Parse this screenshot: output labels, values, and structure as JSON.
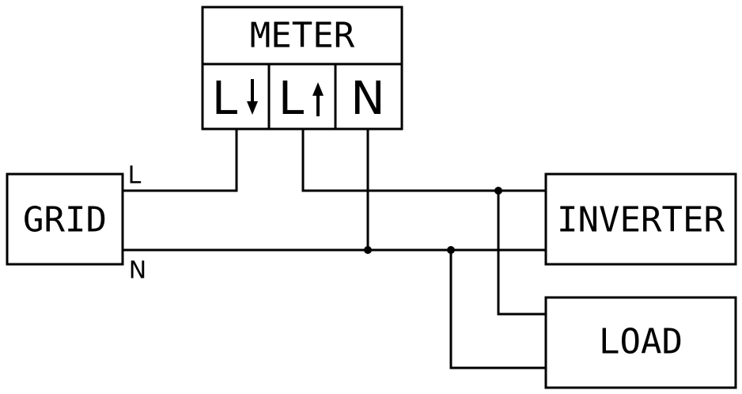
{
  "meter": {
    "title": "METER",
    "terminals": [
      "L",
      "L",
      "N"
    ],
    "terminal_arrows": [
      "arrow-down-icon",
      "arrow-up-icon",
      ""
    ]
  },
  "grid": {
    "label": "GRID",
    "line_label": "L",
    "neutral_label": "N"
  },
  "inverter": {
    "label": "INVERTER"
  },
  "load": {
    "label": "LOAD"
  }
}
